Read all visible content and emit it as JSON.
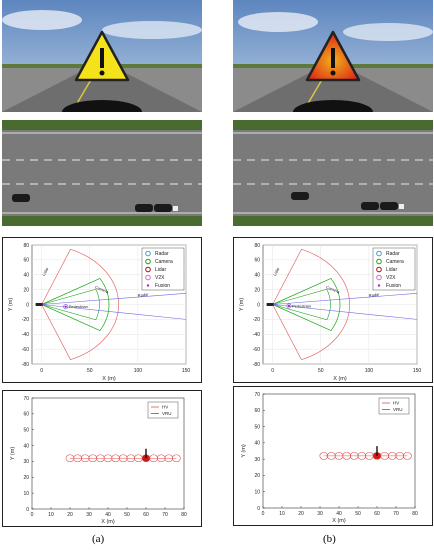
{
  "captions": {
    "a": "(a)",
    "b": "(b)"
  },
  "colors": {
    "warning_a": "#f4e21b",
    "warning_b": "#e84a1a",
    "sky": "#7fa2c9",
    "road": "#777777",
    "radar": "#e36b6b",
    "camera": "#1aa51a",
    "lidar": "#e3b000",
    "v2x": "#6a6ae0",
    "fusion": "#c020c0",
    "hv": "#e05050",
    "vru": "#4060d0"
  },
  "icons": {
    "warning": "warning-triangle-icon"
  },
  "sensor_plot": {
    "ylabel": "Y (m)",
    "xlabel": "X (m)",
    "xticks": [
      "0",
      "50",
      "100",
      "150"
    ],
    "yticks": [
      "80",
      "60",
      "40",
      "20",
      "0",
      "-20",
      "-40",
      "-60",
      "-80"
    ],
    "legend": [
      "Radar",
      "Camera",
      "Lidar",
      "V2X",
      "Fusion"
    ],
    "labels": {
      "lidar": "Lidar",
      "camera": "Camera",
      "radar": "Radar",
      "pedestrian": "Pedestrian"
    }
  },
  "trajectory_plot": {
    "ylabel": "Y (m)",
    "xlabel": "X (m)",
    "xticks": [
      "0",
      "10",
      "20",
      "30",
      "40",
      "50",
      "60",
      "70",
      "80"
    ],
    "yticks": [
      "70",
      "60",
      "50",
      "40",
      "30",
      "20",
      "10",
      "0"
    ],
    "legend": [
      "HV",
      "VRU"
    ]
  },
  "chart_data": [
    {
      "type": "scatter",
      "panel": "a",
      "xlabel": "X (m)",
      "ylabel": "Y (m)",
      "xlim": [
        -10,
        150
      ],
      "ylim": [
        -80,
        80
      ],
      "series": [
        {
          "name": "Fusion",
          "x": [
            25
          ],
          "y": [
            -3
          ]
        }
      ]
    },
    {
      "type": "scatter",
      "panel": "b",
      "xlabel": "X (m)",
      "ylabel": "Y (m)",
      "xlim": [
        -10,
        150
      ],
      "ylim": [
        -80,
        80
      ],
      "series": [
        {
          "name": "Fusion",
          "x": [
            17
          ],
          "y": [
            -2
          ]
        }
      ]
    },
    {
      "type": "scatter",
      "panel": "a",
      "xlabel": "X (m)",
      "ylabel": "Y (m)",
      "xlim": [
        0,
        80
      ],
      "ylim": [
        0,
        70
      ],
      "series": [
        {
          "name": "HV",
          "x": [
            20,
            24,
            28,
            32,
            36,
            40,
            44,
            48,
            52,
            56,
            60,
            64,
            68,
            72,
            76
          ],
          "y": [
            32,
            32,
            32,
            32,
            32,
            32,
            32,
            32,
            32,
            32,
            32,
            32,
            32,
            32,
            32
          ]
        },
        {
          "name": "VRU",
          "x": [
            60
          ],
          "y": [
            34
          ]
        }
      ]
    },
    {
      "type": "scatter",
      "panel": "b",
      "xlabel": "X (m)",
      "ylabel": "Y (m)",
      "xlim": [
        0,
        80
      ],
      "ylim": [
        0,
        70
      ],
      "series": [
        {
          "name": "HV",
          "x": [
            32,
            36,
            40,
            44,
            48,
            52,
            56,
            60,
            64,
            68,
            72,
            76
          ],
          "y": [
            32,
            32,
            32,
            32,
            32,
            32,
            32,
            32,
            32,
            32,
            32,
            32
          ]
        },
        {
          "name": "VRU",
          "x": [
            60
          ],
          "y": [
            34
          ]
        }
      ]
    }
  ]
}
